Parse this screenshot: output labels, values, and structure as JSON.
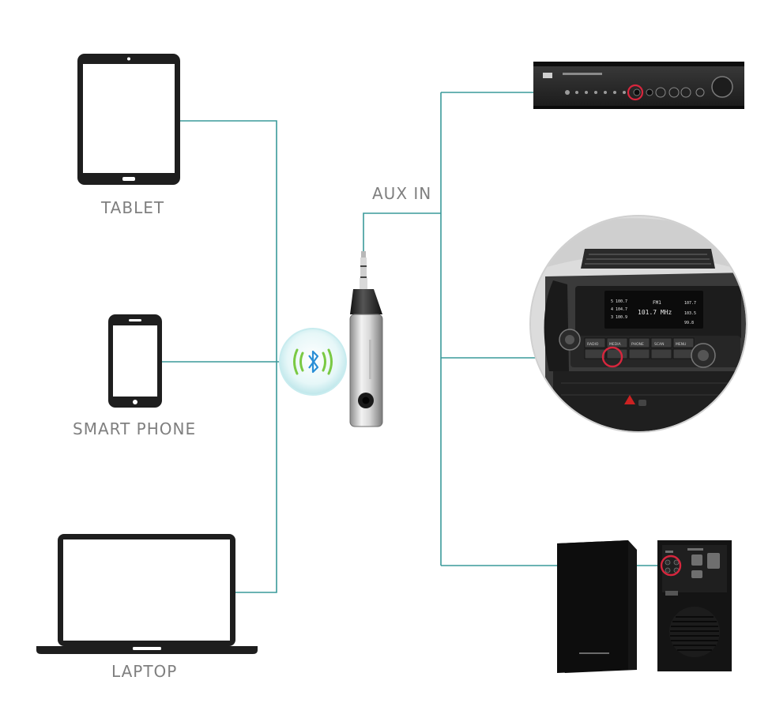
{
  "labels": {
    "tablet": "TABLET",
    "phone": "SMART PHONE",
    "laptop": "LAPTOP",
    "aux": "AUX IN"
  },
  "colors": {
    "connector_line": "#3a9a9a",
    "device_frame": "#1e1e1e",
    "bluetooth_bubble": "#cfeff2",
    "bluetooth_waves": "#7ac943",
    "bluetooth_symbol": "#2a8fd6",
    "highlight_ring": "#d7263d"
  },
  "icons": {
    "tablet": "tablet-icon",
    "phone": "smartphone-icon",
    "laptop": "laptop-icon",
    "bluetooth": "bluetooth-icon",
    "receiver": "aux-bluetooth-receiver",
    "amplifier": "stereo-amplifier",
    "car_stereo": "car-stereo-dashboard",
    "speakers": "bookshelf-speakers"
  },
  "car_display": {
    "freq_main": "101.7 MHz",
    "freq_left_1": "5  100.7",
    "freq_left_2": "4  104.7",
    "freq_left_3": "3  100.9",
    "freq_right_1": "107.7",
    "freq_right_2": "103.5",
    "freq_right_3": "99.8",
    "band": "FM1",
    "buttons": [
      "RADIO",
      "MEDIA",
      "PHONE",
      "SCAN",
      "MENU"
    ]
  }
}
